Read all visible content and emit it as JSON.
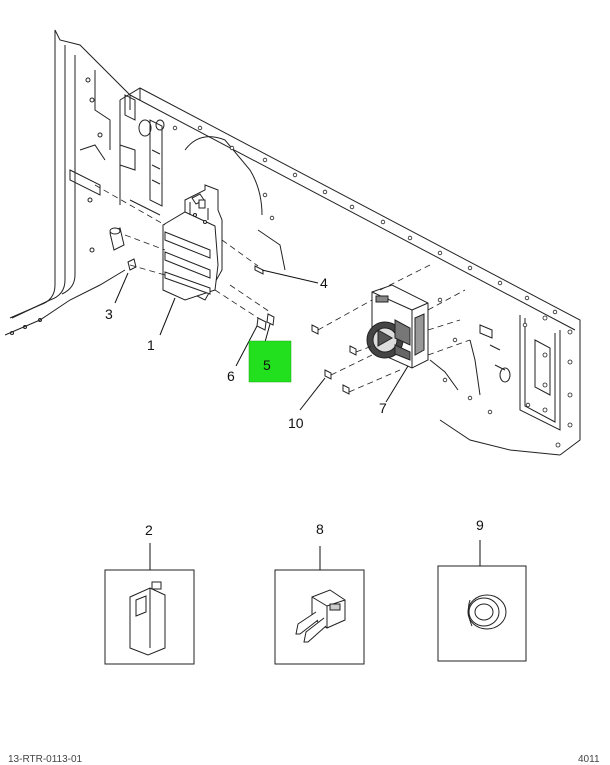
{
  "callouts": {
    "c1": "1",
    "c2": "2",
    "c3": "3",
    "c4": "4",
    "c5": "5",
    "c6": "6",
    "c7": "7",
    "c8": "8",
    "c9": "9",
    "c10": "10"
  },
  "highlight_color": "#22e01e",
  "footer": {
    "left": "13-RTR-0113-01",
    "right": "4011"
  }
}
